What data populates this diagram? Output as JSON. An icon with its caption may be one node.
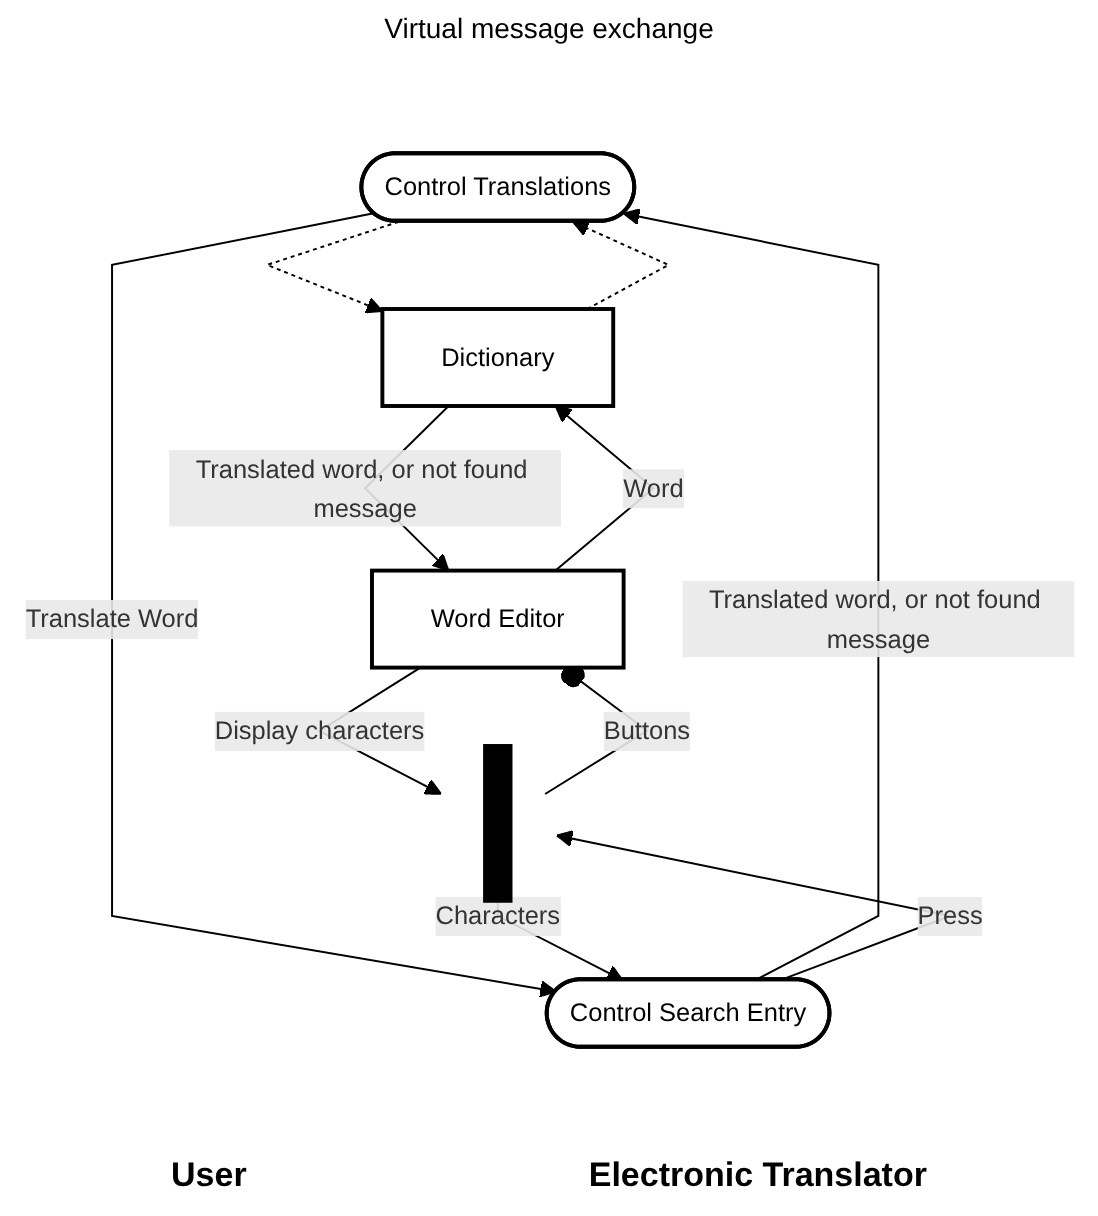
{
  "diagram": {
    "nodes": [
      {
        "text": [
          "Control Translations"
        ]
      },
      {
        "text": [
          "Dictionary"
        ]
      },
      {
        "text": [
          "Control Search Entry"
        ]
      },
      {
        "text": [
          "Word Editor"
        ]
      },
      {
        "text": [],
        "shape": "bar"
      }
    ],
    "edges": [
      {
        "from": 0,
        "to": 1,
        "arrow": "to",
        "style": "dashed"
      },
      {
        "from": 1,
        "to": 0,
        "arrow": "to",
        "style": "dashed"
      },
      {
        "from": 0,
        "to": 2,
        "arrow": "to",
        "label": "Translate Word"
      },
      {
        "from": 2,
        "to": 0,
        "arrow": "to",
        "label": "Translated word, or not found message"
      },
      {
        "from": 3,
        "to": 1,
        "arrow": "to",
        "label": "Word"
      },
      {
        "from": 1,
        "to": 3,
        "arrow": "to",
        "label": "Translated word, or not found message"
      },
      {
        "from": 2,
        "to": 4,
        "arrow": "to",
        "label": "Press"
      },
      {
        "from": 4,
        "to": 3,
        "arrow": "other",
        "label": "Buttons"
      },
      {
        "from": 3,
        "to": 4,
        "arrow": "to",
        "label": "Display characters"
      },
      {
        "from": 4,
        "to": 2,
        "arrow": "to",
        "label": "Characters"
      }
    ],
    "labels": [
      "Virtual message exchange",
      "User",
      "Electronic Translator"
    ]
  }
}
